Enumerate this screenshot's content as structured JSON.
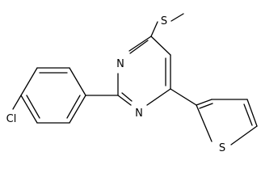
{
  "molecule": {
    "atoms": {
      "n_upper": "N",
      "n_lower": "N",
      "s_methyl": "S",
      "s_thiophene": "S",
      "cl": "Cl"
    },
    "bond_color": "#000000"
  }
}
